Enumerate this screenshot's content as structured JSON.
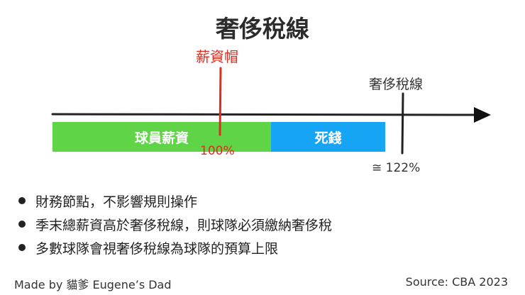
{
  "title": "奢侈稅線",
  "diagram": {
    "salary_cap_label": "薪資帽",
    "tax_line_label": "奢侈稅線",
    "player_salary_label": "球員薪資",
    "dead_money_label": "死錢",
    "cap_percent": "100%",
    "tax_percent": "≅ 122%",
    "colors": {
      "player_salary": "#5fd447",
      "dead_money": "#16a4f5",
      "salary_cap": "#e02b20"
    }
  },
  "bullets": [
    "財務節點，不影響規則操作",
    "季末總薪資高於奢侈稅線，則球隊必須繳納奢侈稅",
    "多數球隊會視奢侈稅線為球隊的預算上限"
  ],
  "footer": {
    "credit": "Made by 貓爹 Eugene’s Dad",
    "source": "Source: CBA 2023"
  }
}
